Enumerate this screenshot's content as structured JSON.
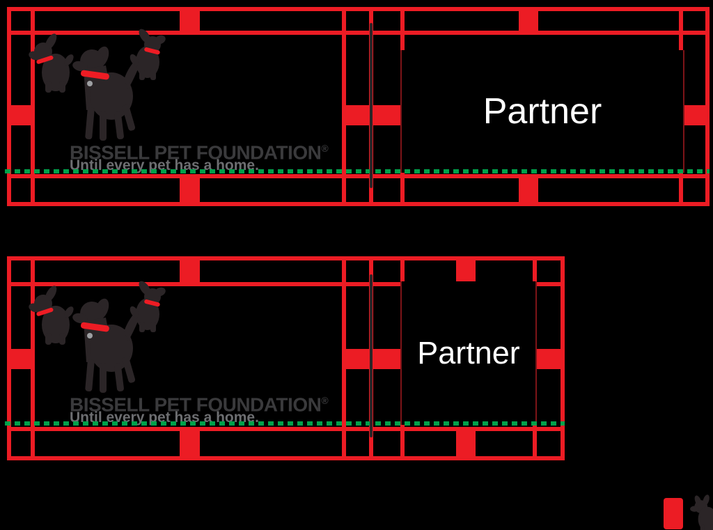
{
  "colors": {
    "background": "#000000",
    "brand_red": "#EC1C24",
    "box_edge_red": "#7D1418",
    "baseline_green": "#00A14B",
    "wordmark_gray": "#3A3A3C",
    "tagline_gray": "#6D6E71",
    "dog_silhouette": "#2B2527",
    "divider_dark": "#2B2527",
    "partner_text": "#FFFFFF",
    "collar_red": "#ED1C24",
    "tag_gray": "#9EA0A3"
  },
  "logo": {
    "wordmark": "BISSELL PET FOUNDATION",
    "registered_mark": "®",
    "tagline": "Until every pet has a home."
  },
  "lockups": [
    {
      "id": "horizontal-partner-lockup",
      "partner_label": "Partner"
    },
    {
      "id": "square-partner-lockup",
      "partner_label": "Partner"
    }
  ]
}
